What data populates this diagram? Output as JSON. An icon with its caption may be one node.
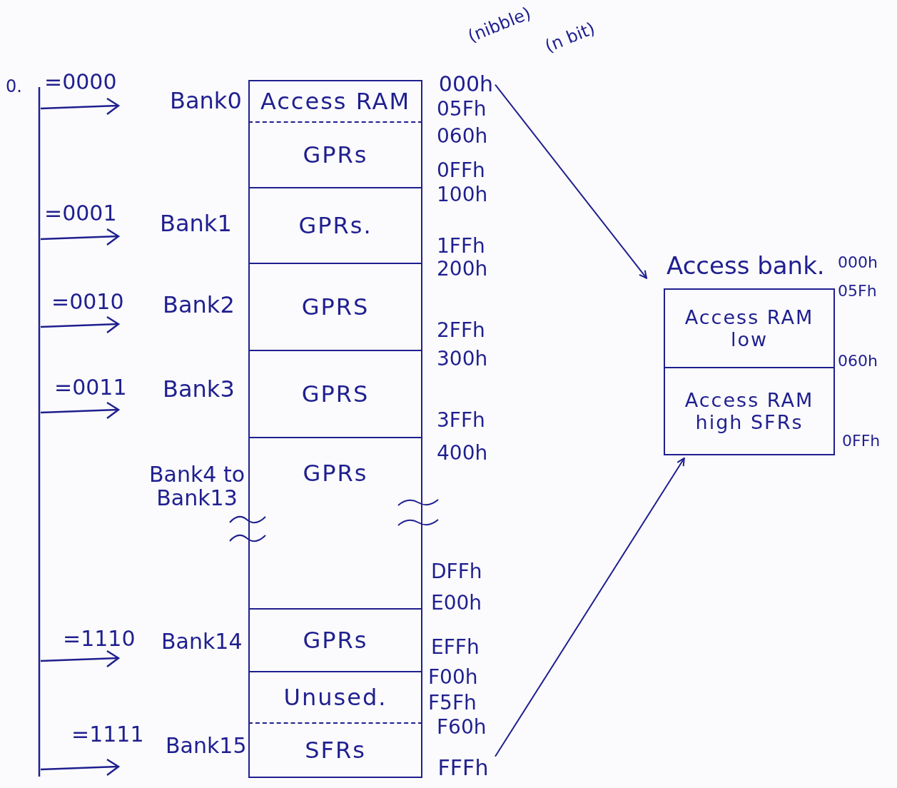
{
  "diagram": {
    "nodes": [
      {
        "text": [
          "Access RAM"
        ]
      },
      {
        "text": [
          "GPRs"
        ]
      },
      {
        "text": [
          "GPRs."
        ]
      },
      {
        "text": [
          "GPRS"
        ]
      },
      {
        "text": [
          "GPRS"
        ]
      },
      {
        "text": [
          "GPRs"
        ]
      },
      {
        "text": [
          "GPRs"
        ]
      },
      {
        "text": [
          "Unused."
        ]
      },
      {
        "text": [
          "SFRs"
        ]
      },
      {
        "text": [
          "Access bank."
        ]
      },
      {
        "text": [
          "Access RAM low"
        ],
        "in": 9
      },
      {
        "text": [
          "Access RAM high SFRs"
        ],
        "in": 9
      },
      {
        "text": [
          "000h"
        ]
      },
      {
        "text": [
          "FFFh"
        ]
      }
    ],
    "edges": [
      {
        "from": 12,
        "to": 9,
        "arrow": "to"
      },
      {
        "from": 13,
        "to": 9,
        "arrow": "to"
      }
    ],
    "labels": [
      "(nibble)",
      "(n bit)",
      "0.",
      "=0000",
      "Bank0",
      "05Fh",
      "060h",
      "0FFh",
      "100h",
      "=0001",
      "Bank1",
      "1FFh",
      "200h",
      "000h",
      "05Fh",
      "=0010",
      "Bank2",
      "2FFh",
      "300h",
      "060h",
      "=0011",
      "Bank3",
      "3FFh",
      "0FFh",
      "400h",
      "Bank4 to Bank13",
      "DFFh",
      "E00h",
      "=1110",
      "Bank14",
      "EFFh",
      "F00h",
      "F5Fh",
      "=1111",
      "Bank15",
      "F60h"
    ]
  }
}
